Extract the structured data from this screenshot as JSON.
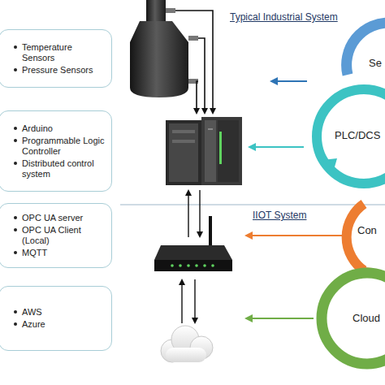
{
  "diagram": {
    "nodes": [
      {
        "text": [
          "Temperature Sensors",
          "Pressure Sensors"
        ]
      },
      {
        "text": [
          "Arduino",
          "Programmable Logic Controller",
          "Distributed control system"
        ]
      },
      {
        "text": [
          "OPC UA server",
          "OPC UA Client (Local)",
          "MQTT"
        ]
      },
      {
        "text": [
          "AWS",
          "Azure"
        ]
      },
      {
        "text": [
          "Se"
        ]
      },
      {
        "text": [
          "PLC/DCS"
        ]
      },
      {
        "text": [
          "Con"
        ]
      },
      {
        "text": [
          "Cloud"
        ]
      }
    ],
    "labels": [
      "Typical Industrial System",
      "IIOT System"
    ]
  }
}
